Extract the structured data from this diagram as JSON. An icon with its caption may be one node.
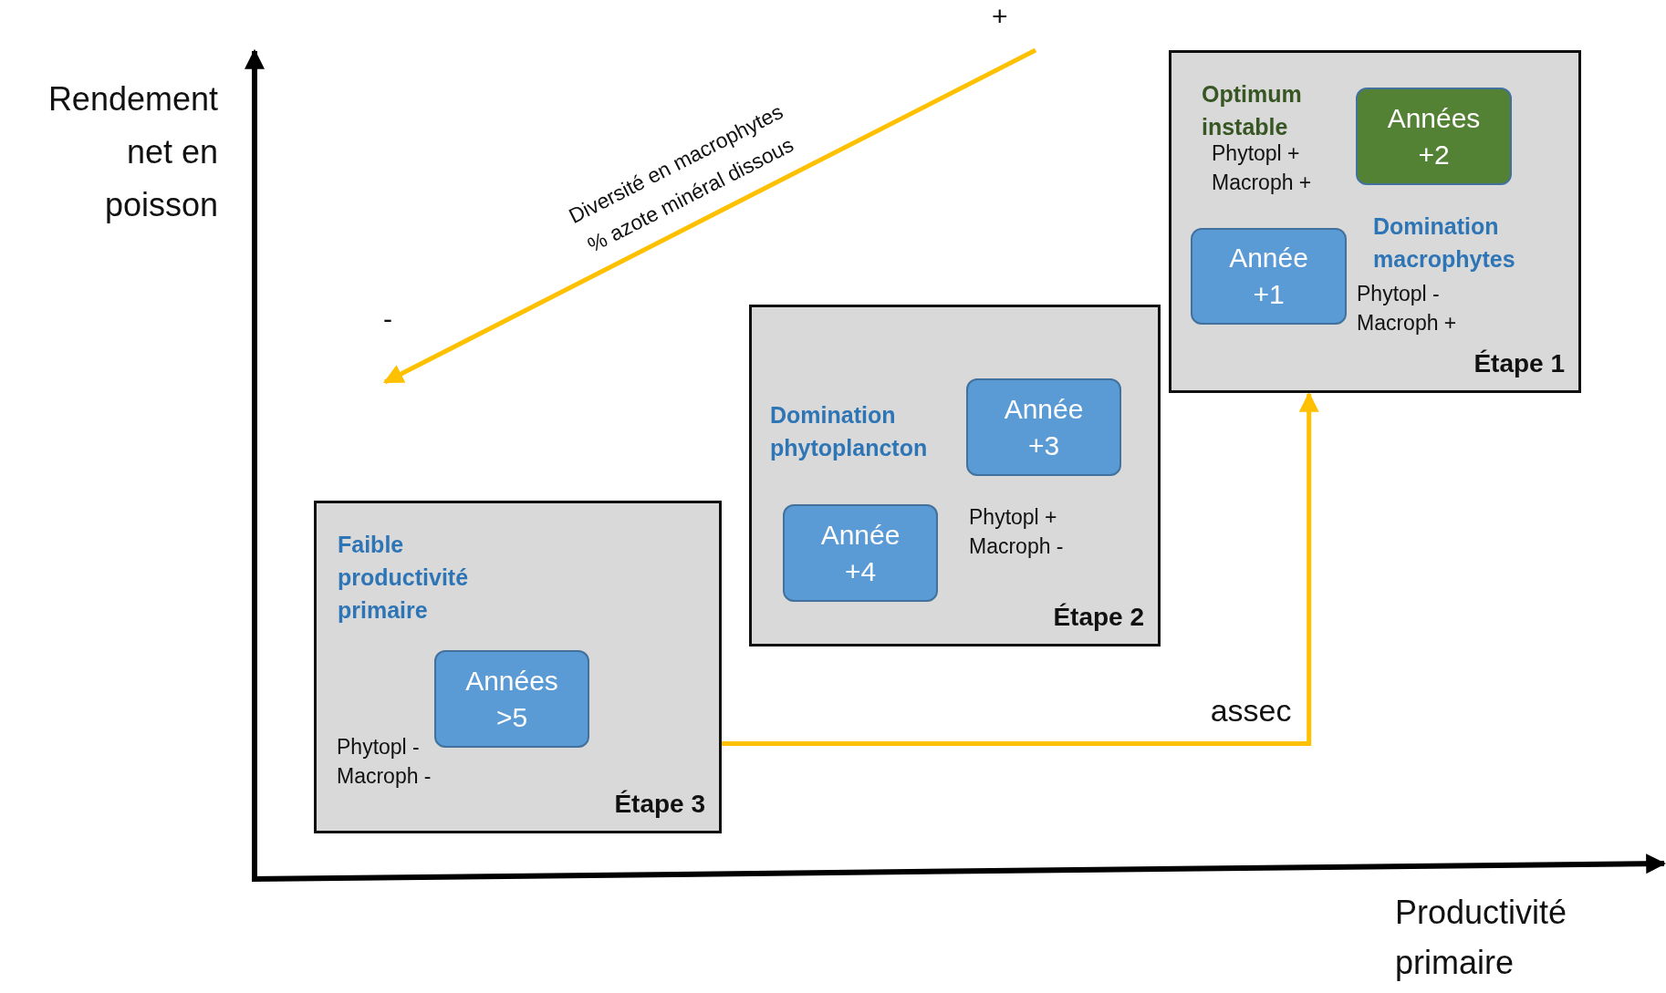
{
  "diagram": {
    "nodes": [
      {
        "text": [
          "Optimum instable",
          "Phytopl + Macroph +",
          "Domination macrophytes",
          "Phytopl - Macroph +",
          "Étape 1"
        ]
      },
      {
        "text": [
          "Années +2"
        ],
        "in": 0
      },
      {
        "text": [
          "Année +1"
        ],
        "in": 0
      },
      {
        "text": [
          "Domination phytoplancton",
          "Phytopl + Macroph -",
          "Étape 2"
        ]
      },
      {
        "text": [
          "Année +3"
        ],
        "in": 3
      },
      {
        "text": [
          "Année +4"
        ],
        "in": 3
      },
      {
        "text": [
          "Faible productivité primaire",
          "Phytopl - Macroph -",
          "Étape 3"
        ]
      },
      {
        "text": [
          "Années >5"
        ],
        "in": 6
      }
    ],
    "edges": [
      {
        "from": 6,
        "to": 0,
        "arrow": "to",
        "label": "assec",
        "color": "#ffc000"
      }
    ],
    "labels": [
      "Rendement net en poisson",
      "+",
      "Diversité en macrophytes",
      "% azote minéral dissous",
      "-",
      "Productivité primaire"
    ]
  }
}
